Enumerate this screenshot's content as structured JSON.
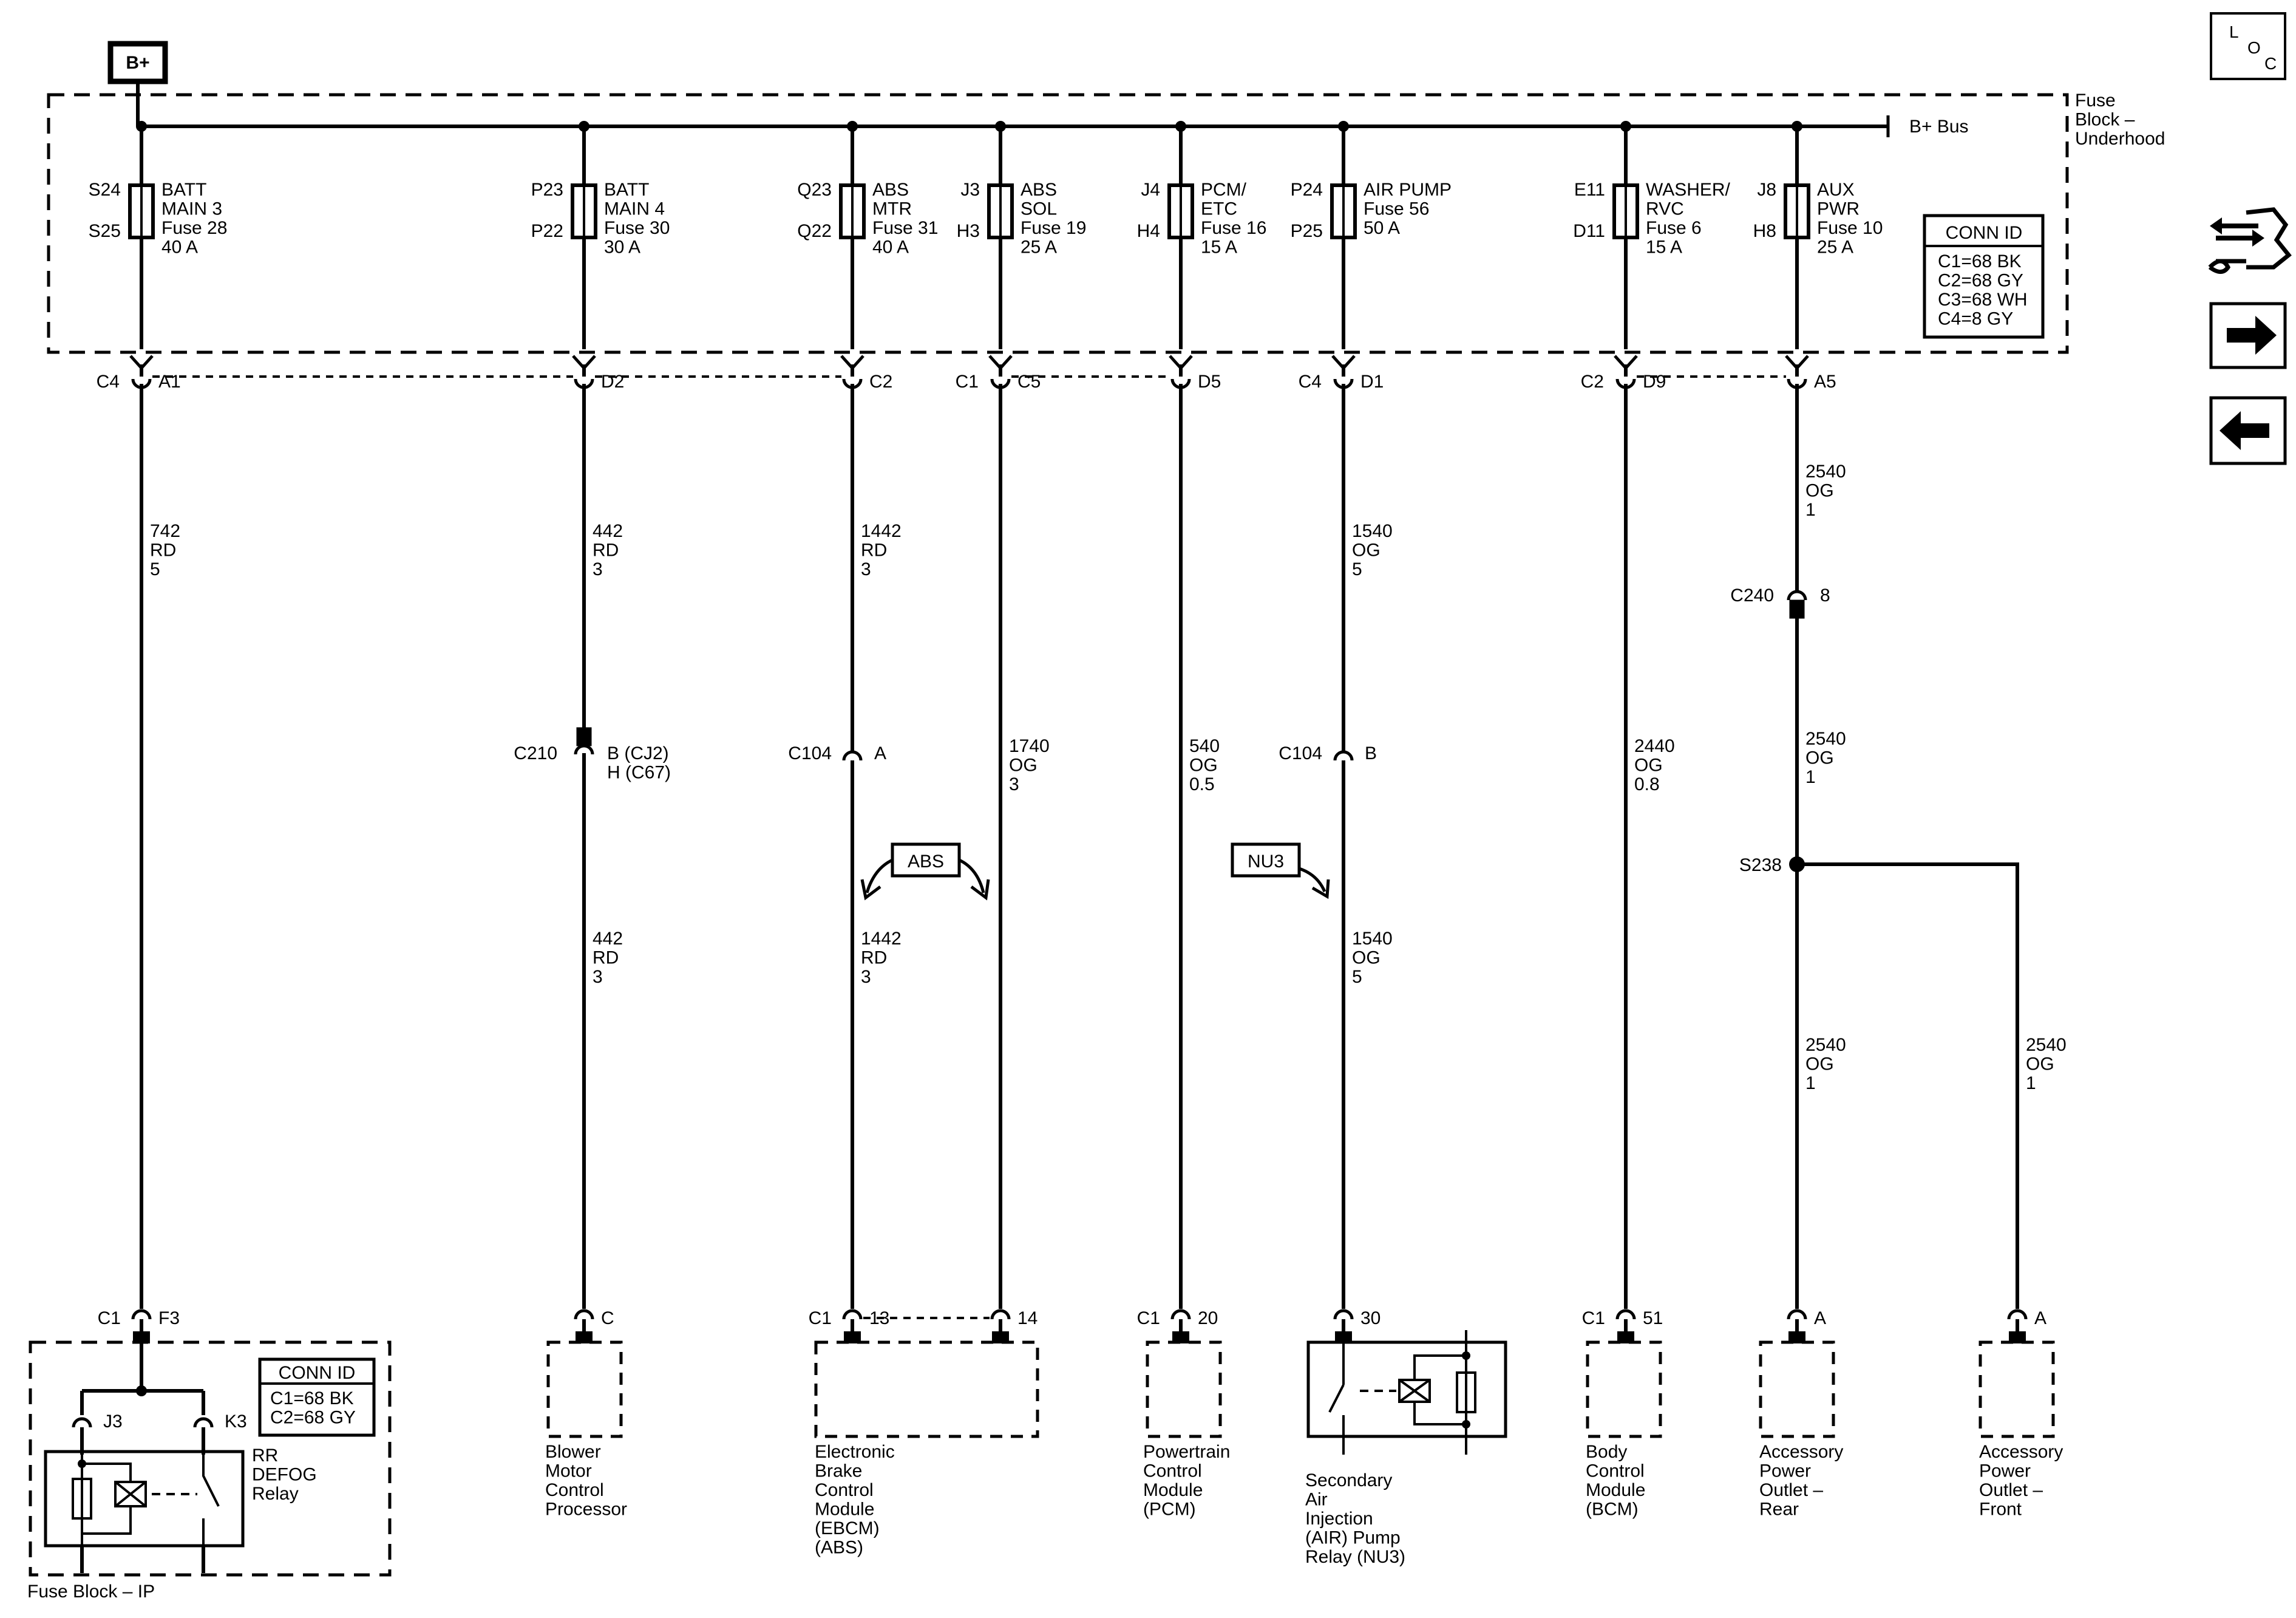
{
  "power_source": "B+",
  "side_icons": {
    "loc_letters": [
      "L",
      "O",
      "C"
    ],
    "icons": [
      "location-icon",
      "component-connector-icon",
      "next-page-arrow-icon",
      "previous-page-arrow-icon"
    ]
  },
  "fuse_block": {
    "title_lines": [
      "Fuse",
      "Block –",
      "Underhood"
    ],
    "bus_label": "B+ Bus",
    "conn_id": {
      "title": "CONN ID",
      "lines": [
        "C1=68 BK",
        "C2=68 GY",
        "C3=68 WH",
        "C4=8 GY"
      ]
    }
  },
  "fuses": [
    {
      "term_top": "S24",
      "term_bottom": "S25",
      "label_lines": [
        "BATT",
        "MAIN 3",
        "Fuse 28",
        "40 A"
      ]
    },
    {
      "term_top": "P23",
      "term_bottom": "P22",
      "label_lines": [
        "BATT",
        "MAIN 4",
        "Fuse 30",
        "30 A"
      ]
    },
    {
      "term_top": "Q23",
      "term_bottom": "Q22",
      "label_lines": [
        "ABS",
        "MTR",
        "Fuse 31",
        "40 A"
      ]
    },
    {
      "term_top": "J3",
      "term_bottom": "H3",
      "label_lines": [
        "ABS",
        "SOL",
        "Fuse 19",
        "25 A"
      ]
    },
    {
      "term_top": "J4",
      "term_bottom": "H4",
      "label_lines": [
        "PCM/",
        "ETC",
        "Fuse 16",
        "15 A"
      ]
    },
    {
      "term_top": "P24",
      "term_bottom": "P25",
      "label_lines": [
        "AIR PUMP",
        "Fuse 56",
        "50 A"
      ]
    },
    {
      "term_top": "E11",
      "term_bottom": "D11",
      "label_lines": [
        "WASHER/",
        "RVC",
        "Fuse 6",
        "15 A"
      ]
    },
    {
      "term_top": "J8",
      "term_bottom": "H8",
      "label_lines": [
        "AUX",
        "PWR",
        "Fuse 10",
        "25 A"
      ]
    }
  ],
  "fuse_block_pins": [
    {
      "connector": "C4",
      "pin": "A1"
    },
    {
      "connector": "",
      "pin": "D2"
    },
    {
      "connector": "",
      "pin": "C2"
    },
    {
      "connector": "C1",
      "pin": "C5"
    },
    {
      "connector": "",
      "pin": "D5"
    },
    {
      "connector": "C4",
      "pin": "D1"
    },
    {
      "connector": "C2",
      "pin": "D9"
    },
    {
      "connector": "",
      "pin": "A5"
    }
  ],
  "wires": [
    {
      "lines": [
        "742",
        "RD",
        "5"
      ]
    },
    {
      "lines": [
        "442",
        "RD",
        "3"
      ]
    },
    {
      "lines": [
        "442",
        "RD",
        "3"
      ]
    },
    {
      "lines": [
        "1442",
        "RD",
        "3"
      ]
    },
    {
      "lines": [
        "1442",
        "RD",
        "3"
      ]
    },
    {
      "lines": [
        "1740",
        "OG",
        "3"
      ]
    },
    {
      "lines": [
        "540",
        "OG",
        "0.5"
      ]
    },
    {
      "lines": [
        "1540",
        "OG",
        "5"
      ]
    },
    {
      "lines": [
        "1540",
        "OG",
        "5"
      ]
    },
    {
      "lines": [
        "2440",
        "OG",
        "0.8"
      ]
    },
    {
      "lines": [
        "2540",
        "OG",
        "1"
      ]
    },
    {
      "lines": [
        "2540",
        "OG",
        "1"
      ]
    },
    {
      "lines": [
        "2540",
        "OG",
        "1"
      ]
    },
    {
      "lines": [
        "2540",
        "OG",
        "1"
      ]
    }
  ],
  "inline_connectors": [
    {
      "name": "C210",
      "pin_lines": [
        "B (CJ2)",
        "H (C67)"
      ]
    },
    {
      "name": "C104",
      "pin_lines": [
        "A"
      ]
    },
    {
      "name": "C104",
      "pin_lines": [
        "B"
      ]
    },
    {
      "name": "C240",
      "pin_lines": [
        "8"
      ]
    }
  ],
  "splice": {
    "name": "S238"
  },
  "options": [
    {
      "code": "ABS"
    },
    {
      "code": "NU3"
    }
  ],
  "component_pins": [
    {
      "connector": "C1",
      "pin": "F3"
    },
    {
      "connector": "",
      "pin": "C"
    },
    {
      "connector": "C1",
      "pin": "13"
    },
    {
      "connector": "",
      "pin": "14"
    },
    {
      "connector": "C1",
      "pin": "20"
    },
    {
      "connector": "",
      "pin": "30"
    },
    {
      "connector": "C1",
      "pin": "51"
    },
    {
      "connector": "",
      "pin": "A"
    },
    {
      "connector": "",
      "pin": "A"
    }
  ],
  "ip_fuse_block": {
    "title": "Fuse Block – IP",
    "conn_id": {
      "title": "CONN ID",
      "lines": [
        "C1=68 BK",
        "C2=68 GY"
      ]
    },
    "relay_pins": [
      "J3",
      "K3"
    ],
    "relay_label_lines": [
      "RR",
      "DEFOG",
      "Relay"
    ]
  },
  "components": [
    {
      "label_lines": [
        "Blower",
        "Motor",
        "Control",
        "Processor"
      ]
    },
    {
      "label_lines": [
        "Electronic",
        "Brake",
        "Control",
        "Module",
        "(EBCM)",
        "(ABS)"
      ]
    },
    {
      "label_lines": [
        "Powertrain",
        "Control",
        "Module",
        "(PCM)"
      ]
    },
    {
      "label_lines": [
        "Secondary",
        "Air",
        "Injection",
        "(AIR) Pump",
        "Relay (NU3)"
      ]
    },
    {
      "label_lines": [
        "Body",
        "Control",
        "Module",
        "(BCM)"
      ]
    },
    {
      "label_lines": [
        "Accessory",
        "Power",
        "Outlet –",
        "Rear"
      ]
    },
    {
      "label_lines": [
        "Accessory",
        "Power",
        "Outlet –",
        "Front"
      ]
    }
  ]
}
